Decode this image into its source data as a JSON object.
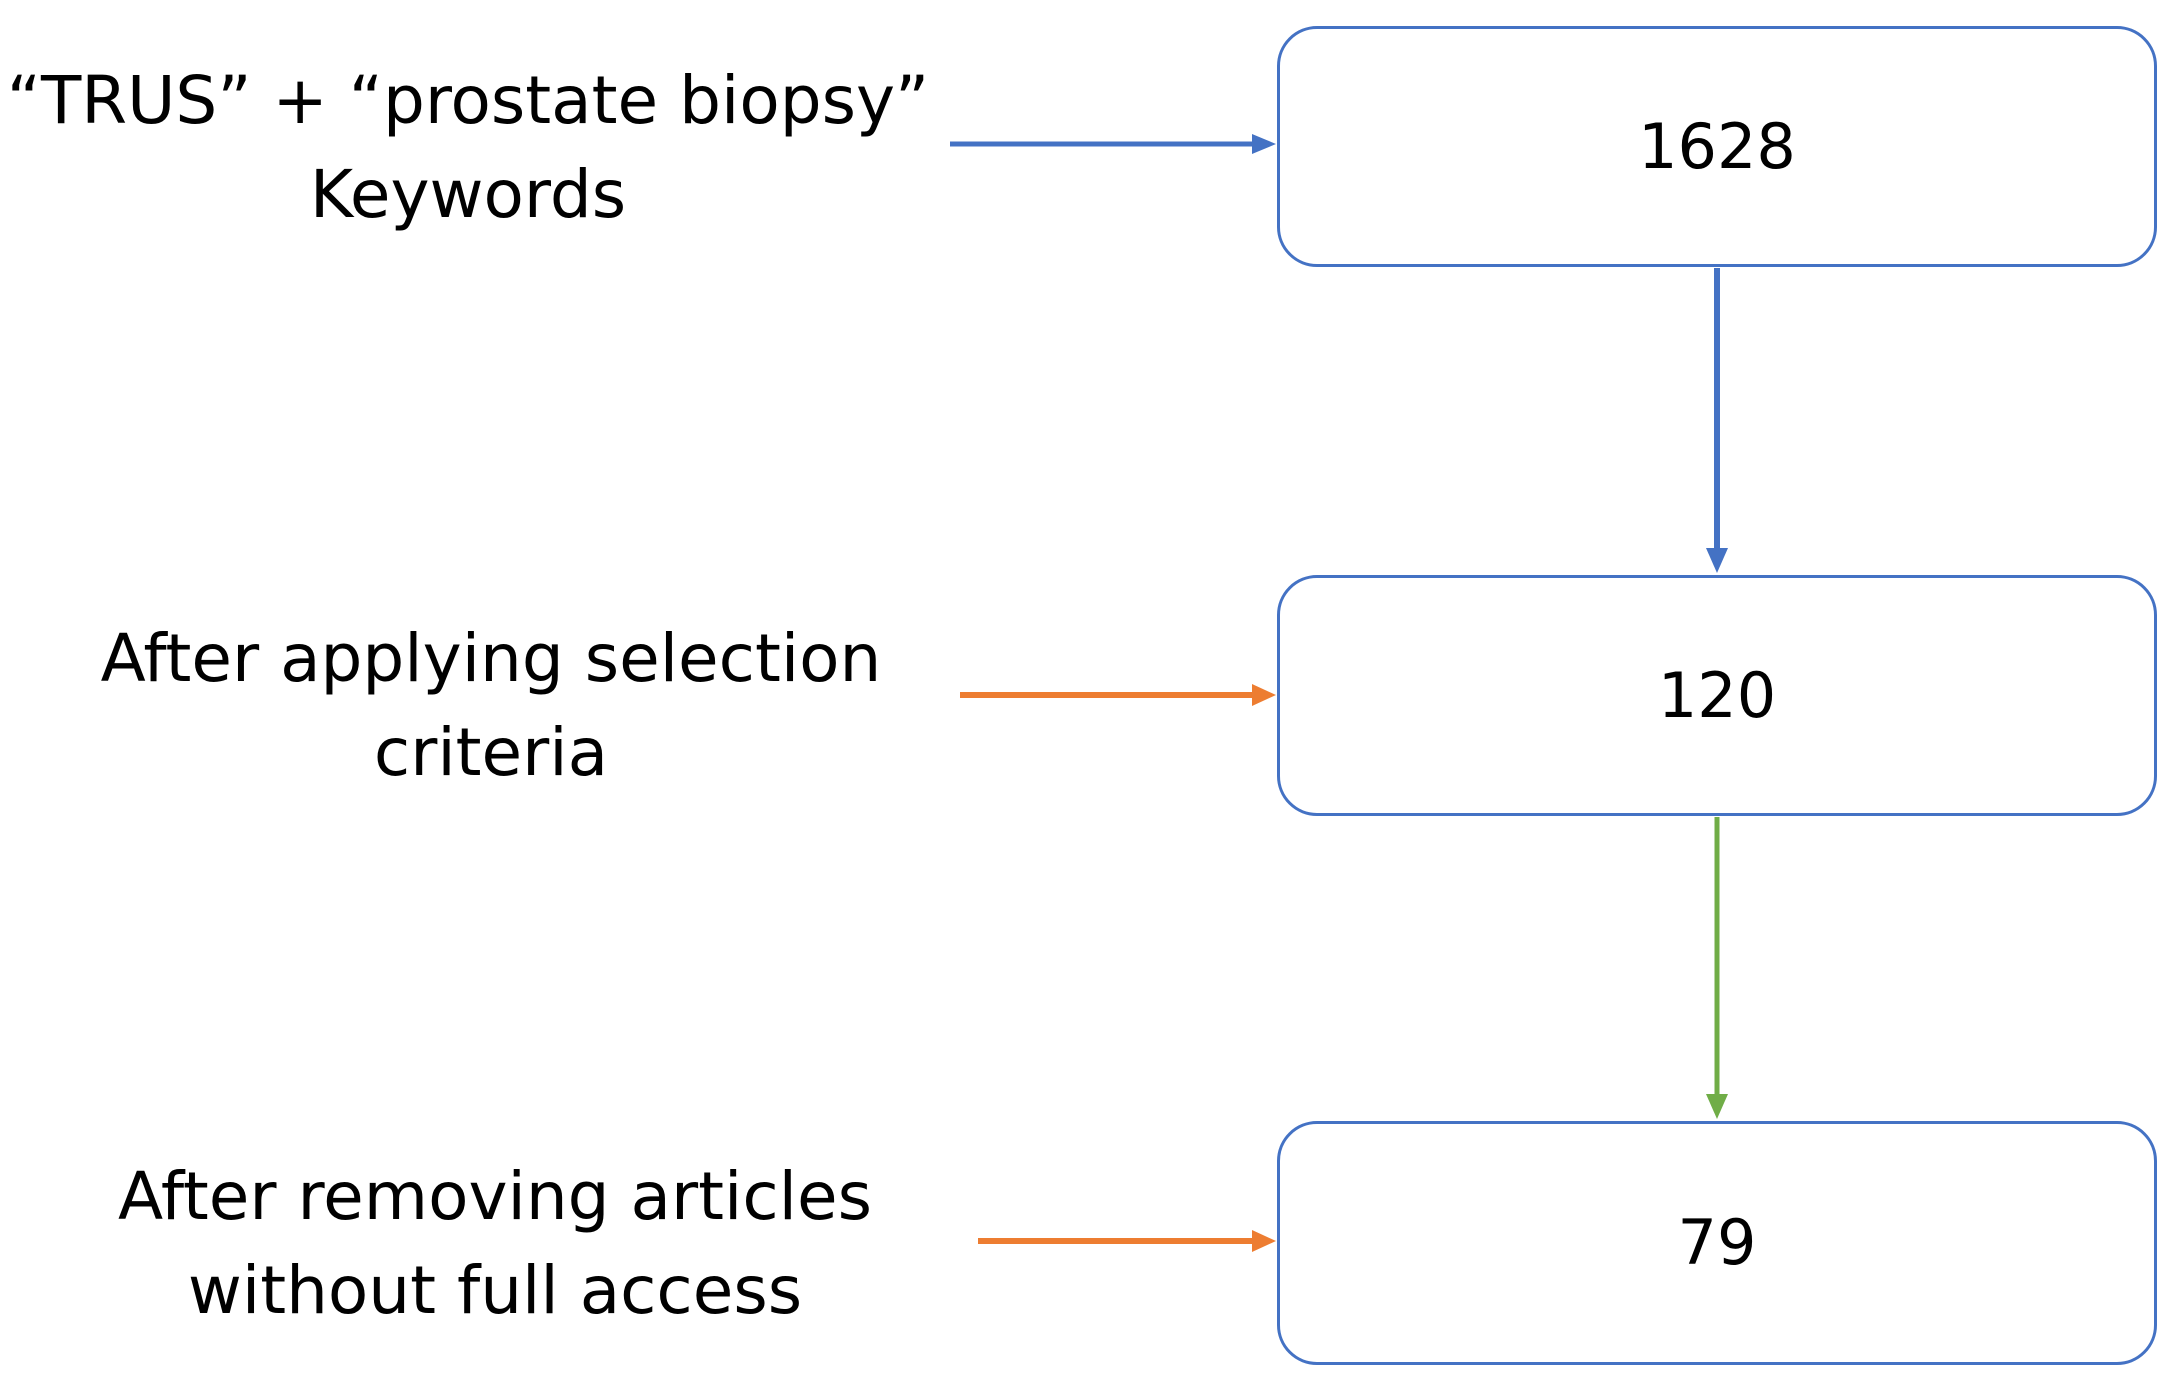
{
  "steps": [
    {
      "label_lines": [
        "“TRUS” + “prostate biopsy”",
        "Keywords"
      ],
      "count": "1628",
      "side_arrow_color": "#4472c4"
    },
    {
      "label_lines": [
        "After applying selection",
        "criteria"
      ],
      "count": "120",
      "side_arrow_color": "#ed7d31"
    },
    {
      "label_lines": [
        "After removing articles",
        "without full access"
      ],
      "count": "79",
      "side_arrow_color": "#ed7d31"
    }
  ],
  "connectors": [
    {
      "from": "1628",
      "to": "120",
      "color": "#4472c4"
    },
    {
      "from": "120",
      "to": "79",
      "color": "#70ad47"
    }
  ],
  "box_border_color": "#4472c4"
}
